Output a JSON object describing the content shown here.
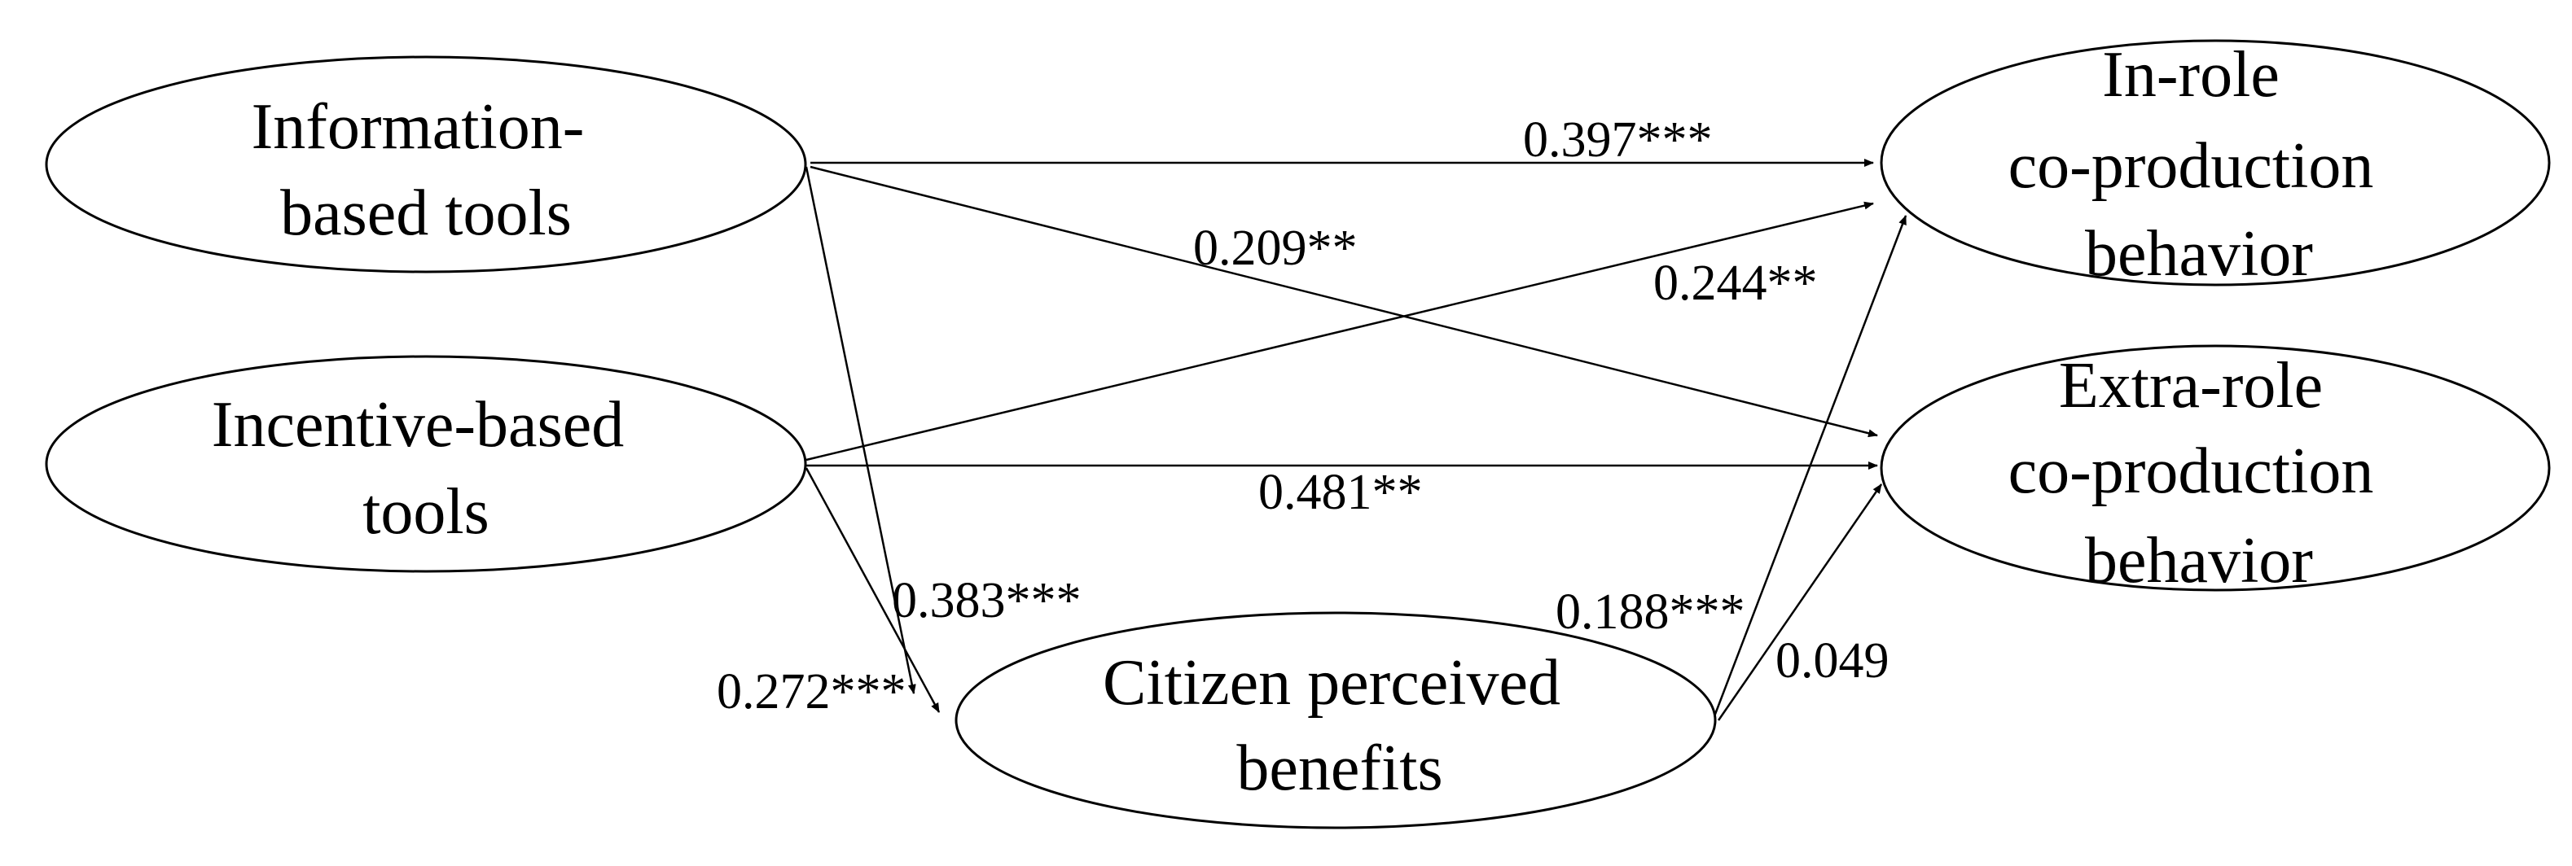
{
  "nodes": {
    "info": {
      "lines": [
        "Information-",
        "based tools"
      ]
    },
    "incentive": {
      "lines": [
        "Incentive-based",
        "tools"
      ]
    },
    "benefits": {
      "lines": [
        "Citizen perceived",
        "benefits"
      ]
    },
    "inrole": {
      "lines": [
        "In-role",
        "co-production",
        "behavior"
      ]
    },
    "extrarole": {
      "lines": [
        "Extra-role",
        "co-production",
        "behavior"
      ]
    }
  },
  "edges": {
    "info_inrole": "0.397***",
    "info_extrarole": "0.209**",
    "incentive_inrole": "0.244**",
    "incentive_extrarole": "0.481**",
    "info_benefits": "0.383***",
    "incentive_benefits": "0.272***",
    "benefits_inrole": "0.188***",
    "benefits_extrarole": "0.049"
  }
}
